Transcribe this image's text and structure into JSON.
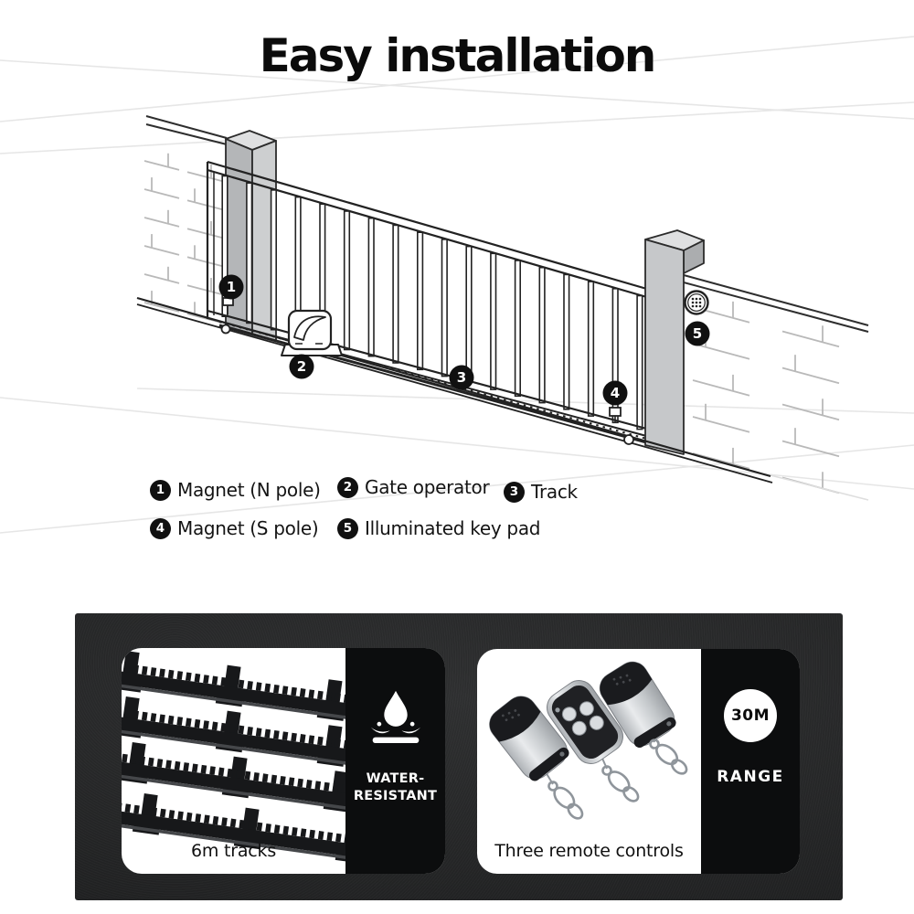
{
  "title": "Easy installation",
  "legend": {
    "items": [
      {
        "num": "1",
        "label": "Magnet (N pole)"
      },
      {
        "num": "2",
        "label": "Gate operator"
      },
      {
        "num": "3",
        "label": "Track"
      },
      {
        "num": "4",
        "label": "Magnet (S pole)"
      },
      {
        "num": "5",
        "label": "Illuminated key pad"
      }
    ]
  },
  "features": {
    "tracks": {
      "caption": "6m tracks",
      "badge": {
        "icon": "water-drop-icon",
        "line1": "WATER-",
        "line2": "RESISTANT"
      }
    },
    "remotes": {
      "caption": "Three remote controls",
      "badge": {
        "value": "30M",
        "label": "RANGE"
      }
    }
  },
  "colors": {
    "title_text": "#0b0b0b",
    "dark_section_bg": "#232425",
    "badge_bg": "#0c0d0e",
    "panel_bg": "#ffffff",
    "callout_bg": "#101010",
    "line_art": "#222222",
    "pillar_gray": "#c6c8ca",
    "brick_gray": "#b9b9b9"
  }
}
